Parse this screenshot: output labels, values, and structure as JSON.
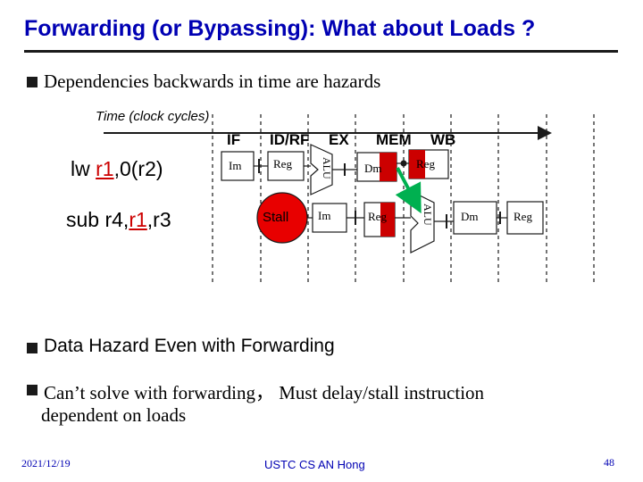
{
  "slide": {
    "title": "Forwarding (or Bypassing): What about Loads ?",
    "bullet1": "Dependencies backwards in time are hazards",
    "bullet2": "Data Hazard Even with Forwarding",
    "bullet3_line1": "Can’t solve with forwarding， Must delay/stall instruction",
    "bullet3_line2": "dependent on loads"
  },
  "diagram": {
    "time_label": "Time (clock cycles)",
    "stages": [
      "IF",
      "ID/RF",
      "EX",
      "MEM",
      "WB"
    ],
    "instr1": {
      "pre": "lw ",
      "reg": "r1",
      "post": ",0(r2)"
    },
    "instr2": {
      "pre": "sub r4,",
      "reg": "r1",
      "post": ",r3"
    },
    "box_im": "Im",
    "box_reg": "Reg",
    "box_alu": "ALU",
    "box_dm": "Dm",
    "box_stall": "Stall",
    "colors": {
      "hazard_fill": "#cc0000",
      "forward_arrow": "#00b050",
      "title": "#0000b3"
    }
  },
  "footer": {
    "date": "2021/12/19",
    "center": "USTC CS AN Hong",
    "page": "48"
  }
}
